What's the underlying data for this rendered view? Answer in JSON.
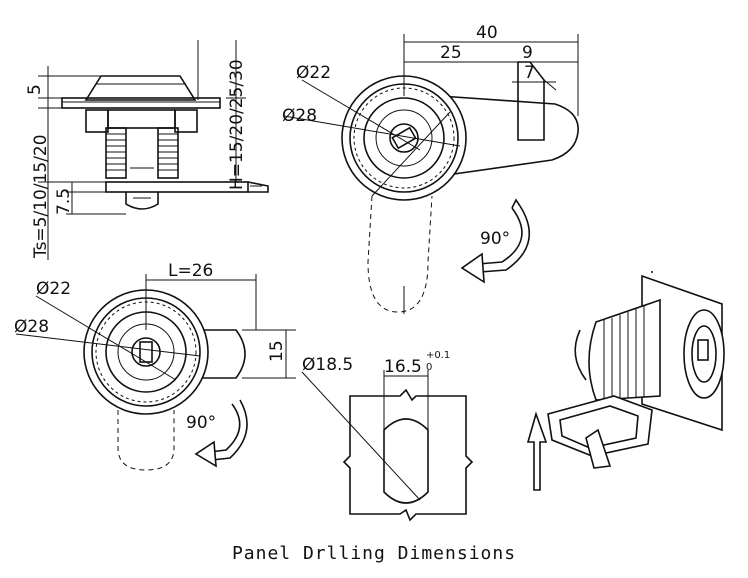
{
  "caption": "Panel Drlling Dimensions",
  "side_view": {
    "dim_5": "5",
    "dim_7_5": "7.5",
    "dim_h": "H=15/20/25/30",
    "dim_ts": "Ts=5/10/15/20"
  },
  "top_view": {
    "dim_40": "40",
    "dim_25": "25",
    "dim_9": "9",
    "dim_7": "7",
    "dia_22": "Ø22",
    "dia_28": "Ø28",
    "rotation": "90°"
  },
  "bottom_view": {
    "dim_l": "L=26",
    "dim_15": "15",
    "dia_22": "Ø22",
    "dia_28": "Ø28",
    "rotation": "90°"
  },
  "drilling": {
    "dia": "Ø18.5",
    "width": "16.5",
    "tol_upper": "+0.1",
    "tol_lower": "0"
  }
}
